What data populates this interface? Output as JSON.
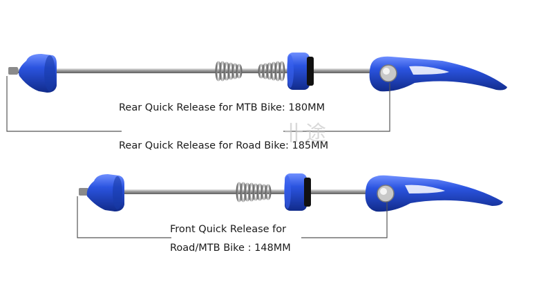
{
  "labels": {
    "rear_mtb": "Rear Quick Release for MTB Bike: 180MM",
    "rear_road": "Rear Quick Release for Road Bike: 185MM",
    "front_line1": "Front Quick Release for",
    "front_line2": "Road/MTB Bike : 148MM"
  },
  "watermark_text": "卝途",
  "colors": {
    "anodized_blue": "#1f45c9",
    "rod_silver": "#9a9a9a",
    "dimension_line": "#555555"
  }
}
